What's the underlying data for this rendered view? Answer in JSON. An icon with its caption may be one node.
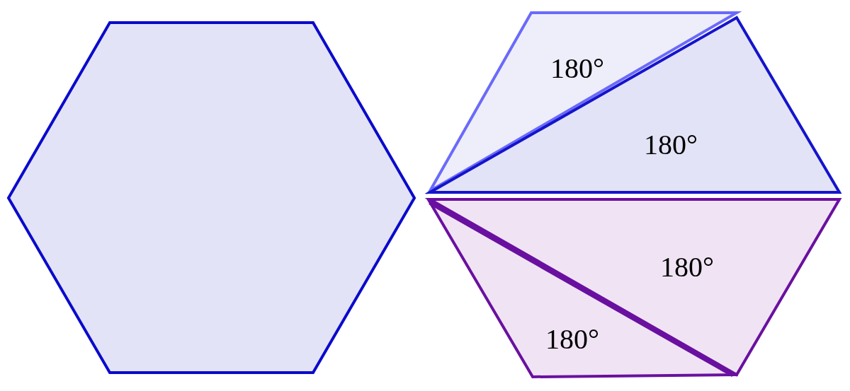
{
  "diagram": {
    "nodes": [
      {
        "text": [],
        "shape": "hexagon"
      },
      {
        "text": [
          "180°"
        ]
      },
      {
        "text": [
          "180°"
        ]
      },
      {
        "text": [
          "180°"
        ]
      },
      {
        "text": [
          "180°"
        ]
      }
    ]
  }
}
